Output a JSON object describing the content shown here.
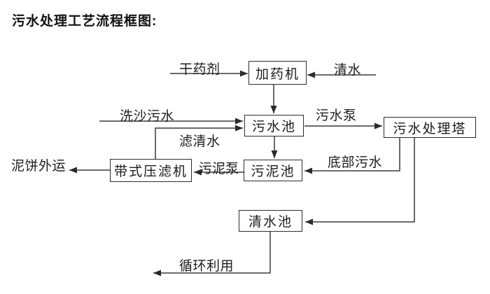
{
  "title": "污水处理工艺流程框图:",
  "nodes": {
    "dosing_machine": "加药机",
    "sewage_pool": "污水池",
    "treatment_tower": "污水处理塔",
    "belt_filter_press": "带式压滤机",
    "sludge_pool": "污泥池",
    "clean_water_pool": "清水池"
  },
  "labels": {
    "dry_agent": "干药剂",
    "clean_water": "清水",
    "sand_washing_sewage": "洗沙污水",
    "filtered_water": "滤清水",
    "sewage_pump": "污水泵",
    "bottom_sewage": "底部污水",
    "sludge_pump": "污泥泵",
    "mud_cake_out": "泥饼外运",
    "recycling": "循环利用"
  },
  "colors": {
    "background": "#ffffff",
    "line": "#3a3a3a",
    "arrowhead": "#2a2a2a",
    "box_border": "#2d2d2d",
    "box_fill": "#ffffff",
    "text": "#1c1c1c"
  }
}
